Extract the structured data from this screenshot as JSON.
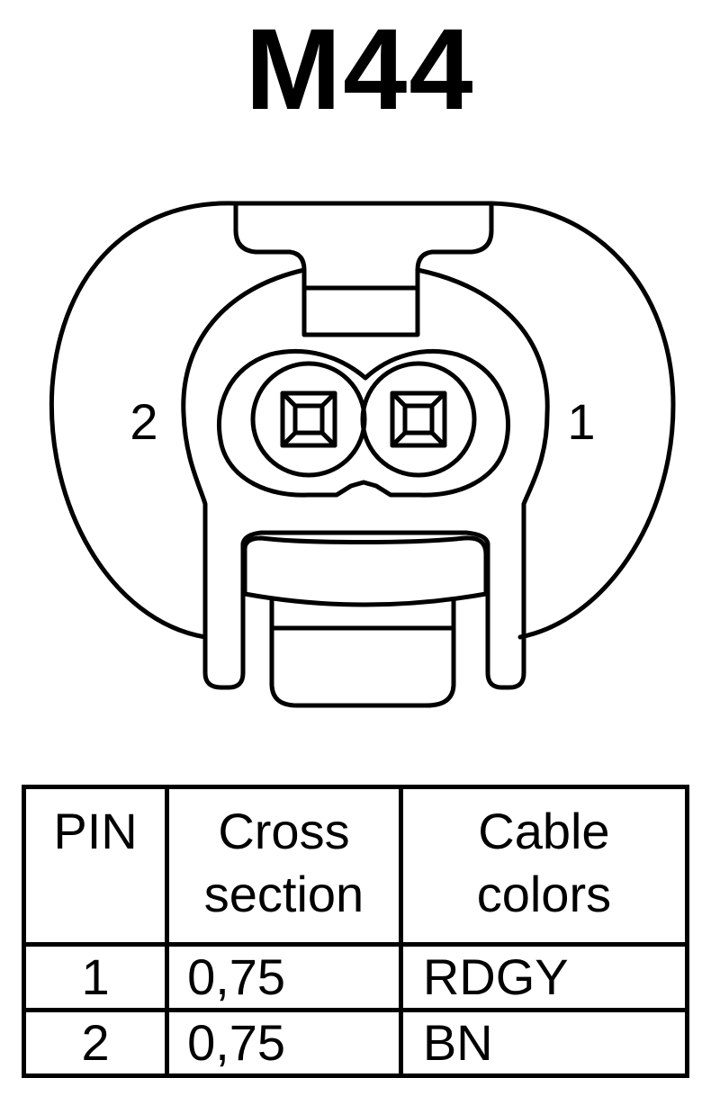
{
  "title": "M44",
  "connector": {
    "pin_labels": {
      "left": "2",
      "right": "1"
    }
  },
  "table": {
    "headers": {
      "pin": [
        "PIN"
      ],
      "cross": [
        "Cross",
        "section"
      ],
      "color": [
        "Cable",
        "colors"
      ]
    },
    "rows": [
      {
        "pin": "1",
        "cross_section": "0,75",
        "cable_color": "RDGY"
      },
      {
        "pin": "2",
        "cross_section": "0,75",
        "cable_color": "BN"
      }
    ]
  }
}
